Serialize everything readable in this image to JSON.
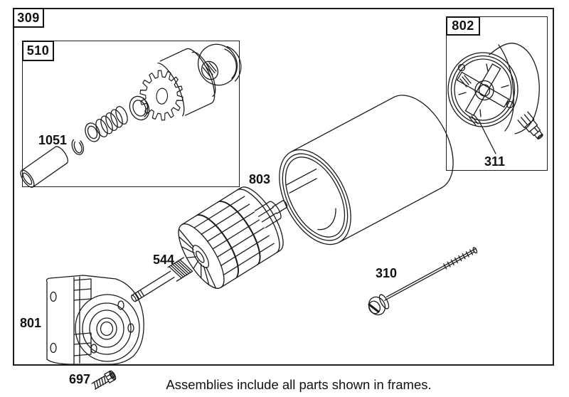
{
  "figure": {
    "caption": "Assemblies include all parts shown in frames.",
    "frames": [
      {
        "id": "outer-assembly",
        "label": "309"
      },
      {
        "id": "drive-assembly",
        "label": "510"
      },
      {
        "id": "end-cap-assembly",
        "label": "802"
      }
    ],
    "callouts": [
      {
        "id": "roll-pin",
        "label": "1051"
      },
      {
        "id": "motor-housing",
        "label": "803"
      },
      {
        "id": "brush",
        "label": "311"
      },
      {
        "id": "armature",
        "label": "544"
      },
      {
        "id": "end-bracket",
        "label": "801"
      },
      {
        "id": "through-bolt",
        "label": "310"
      },
      {
        "id": "mounting-screw",
        "label": "697"
      }
    ],
    "colors": {
      "line": "#1a1a1a",
      "background": "#ffffff"
    }
  }
}
